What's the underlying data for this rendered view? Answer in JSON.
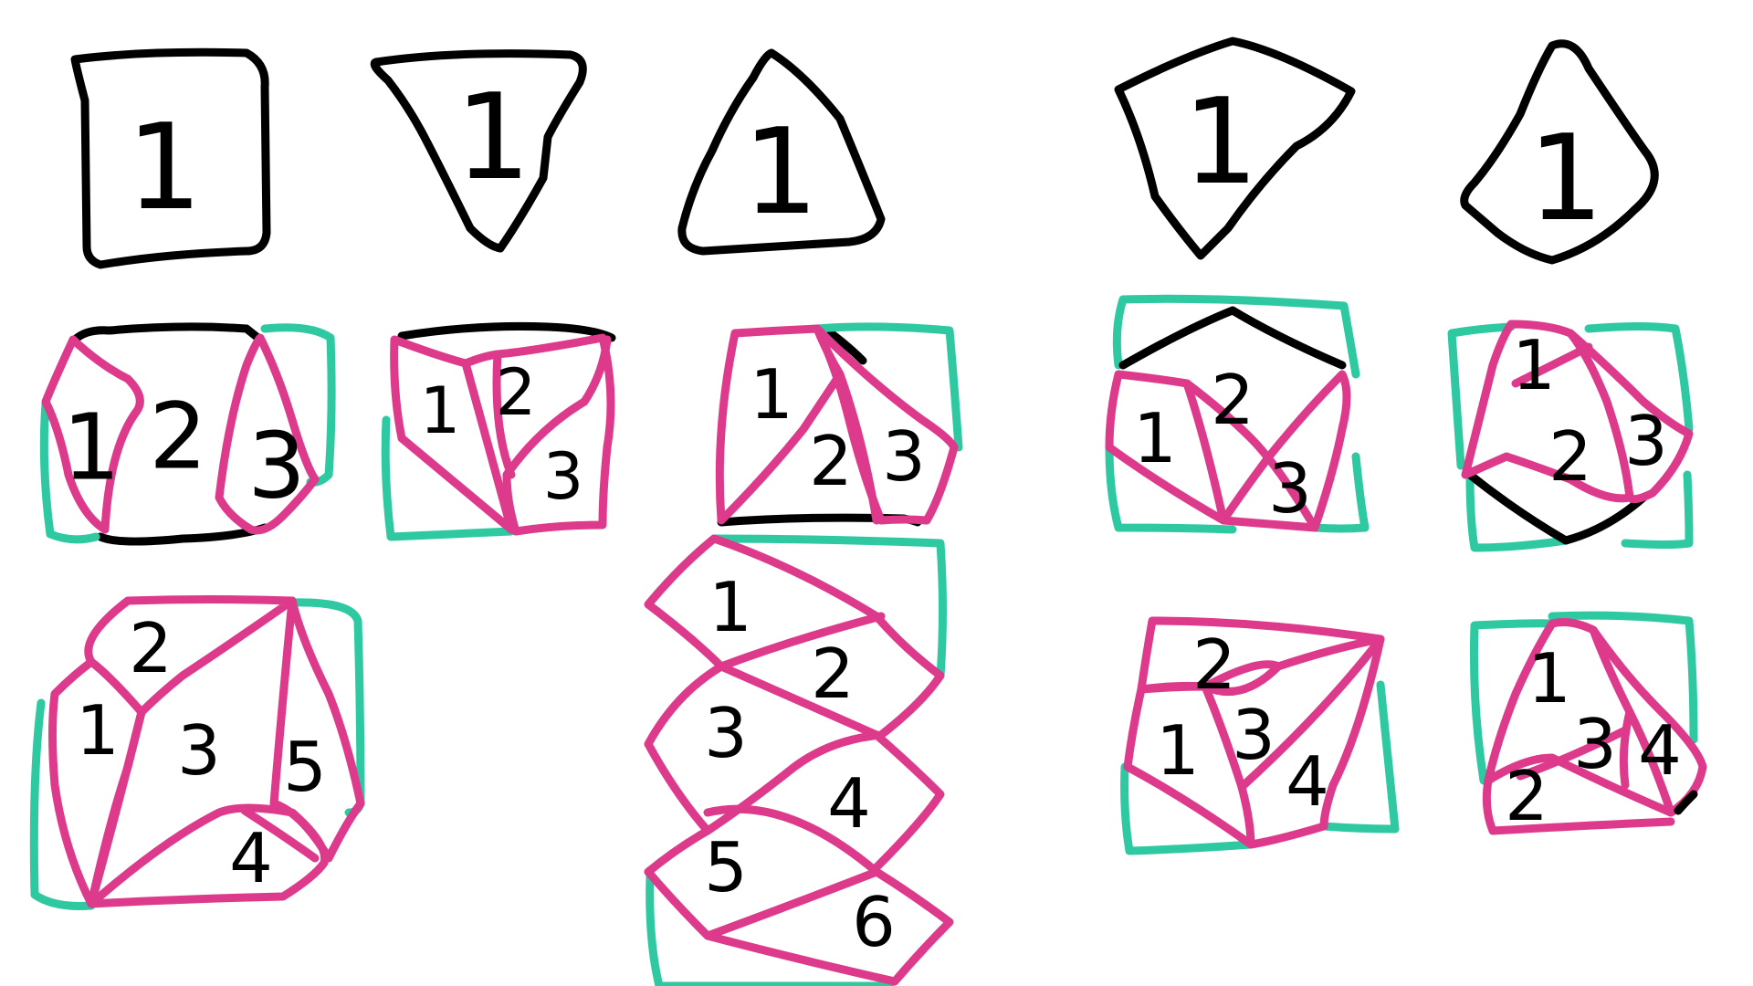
{
  "colors": {
    "outline": "#000000",
    "fold": "#de3a8c",
    "square_edge": "#2ec9a1",
    "background": "#ffffff"
  },
  "shapes": [
    {
      "id": "shape-square",
      "label": "1"
    },
    {
      "id": "shape-down-triangle",
      "label": "1"
    },
    {
      "id": "shape-up-triangle",
      "label": "1"
    },
    {
      "id": "shape-kite",
      "label": "1"
    },
    {
      "id": "shape-rhombus",
      "label": "1"
    }
  ],
  "folds": {
    "square_3": [
      "1",
      "2",
      "3"
    ],
    "square_5": [
      "1",
      "2",
      "3",
      "4",
      "5"
    ],
    "down_triangle_3": [
      "1",
      "2",
      "3"
    ],
    "up_triangle_3": [
      "1",
      "2",
      "3"
    ],
    "up_triangle_6": [
      "1",
      "2",
      "3",
      "4",
      "5",
      "6"
    ],
    "kite_3": [
      "1",
      "2",
      "3"
    ],
    "kite_4": [
      "1",
      "2",
      "3",
      "4"
    ],
    "rhombus_3": [
      "1",
      "2",
      "3"
    ],
    "rhombus_4": [
      "1",
      "2",
      "3",
      "4"
    ]
  }
}
